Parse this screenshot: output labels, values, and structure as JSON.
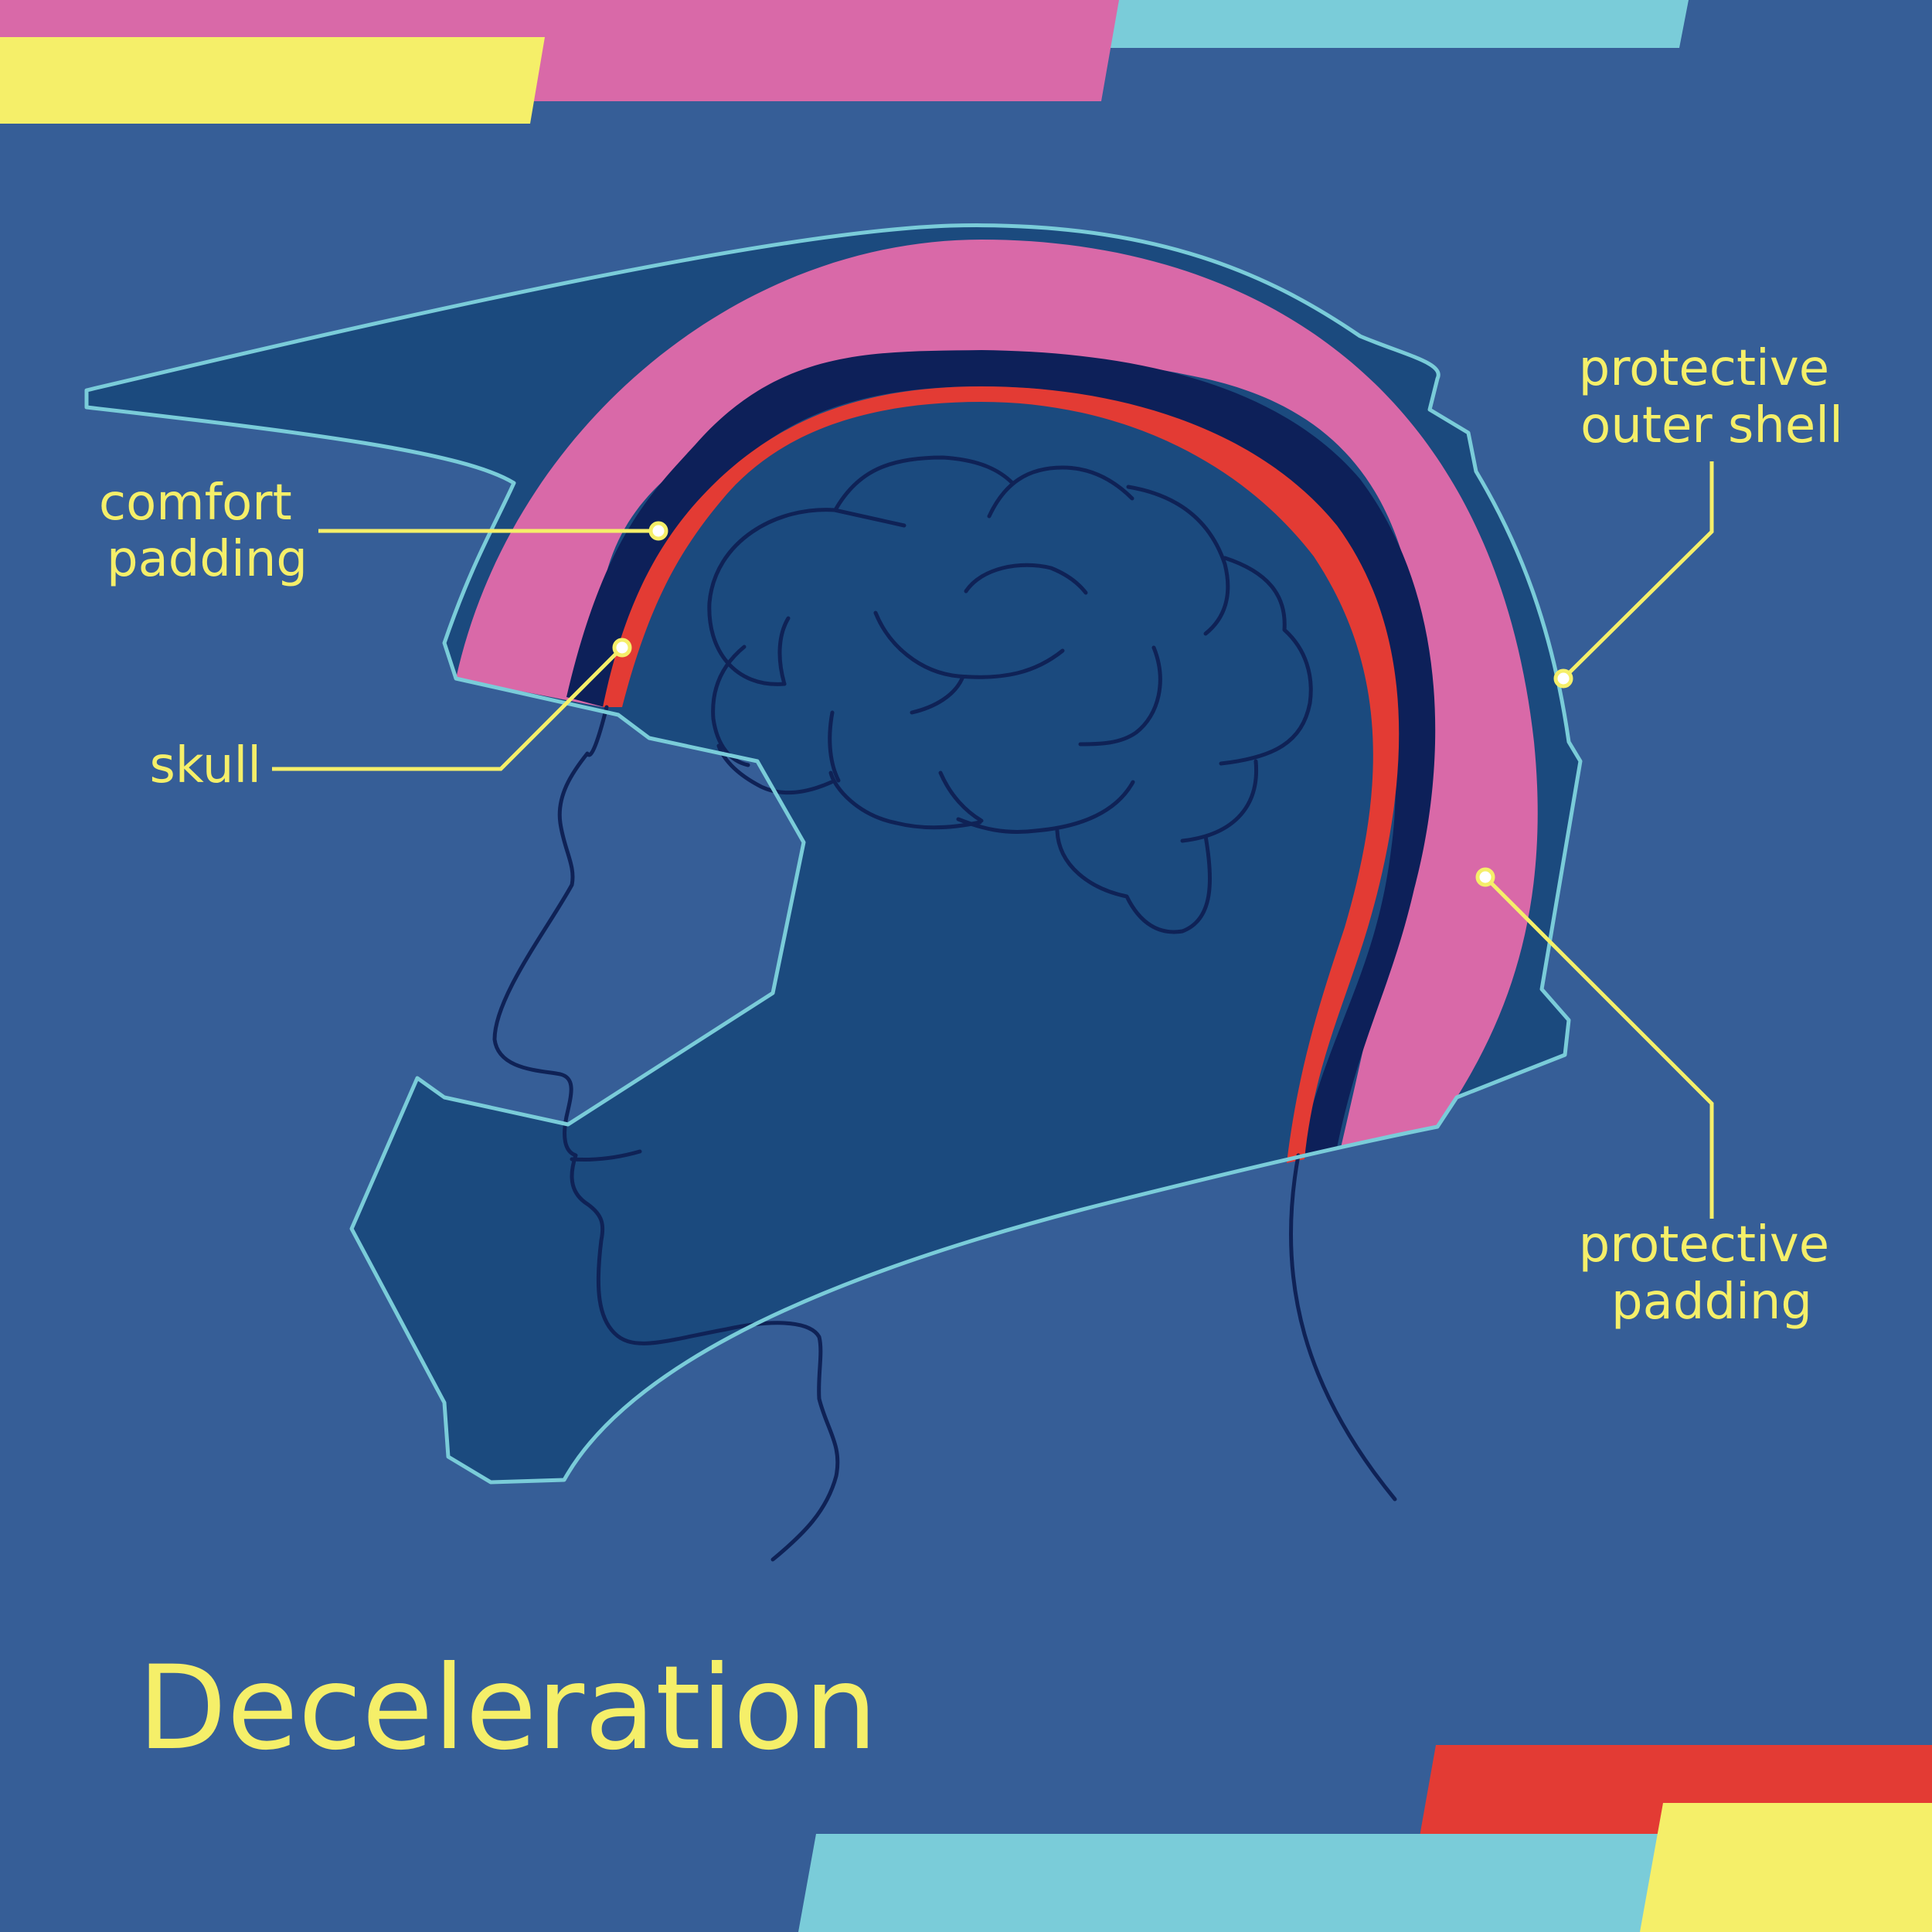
{
  "title": "Deceleration",
  "labels": {
    "comfort_padding": [
      "comfort",
      "padding"
    ],
    "skull": "skull",
    "outer_shell": [
      "protective",
      "outer shell"
    ],
    "protective_padding": [
      "protective",
      "padding"
    ]
  },
  "colors": {
    "background": "#365E97",
    "helmet_shell_fill": "#1B4A7E",
    "shell_outline": "#7ACCD9",
    "protective_padding": "#D969A8",
    "comfort_padding": "#0D2059",
    "skull": "#E33B34",
    "head_outline": "#0F2256",
    "label": "#F5EF69",
    "stripe_yellow": "#F5EF69",
    "stripe_pink": "#D969A8",
    "stripe_cyan": "#7ACCD9",
    "stripe_red": "#E33B34"
  }
}
